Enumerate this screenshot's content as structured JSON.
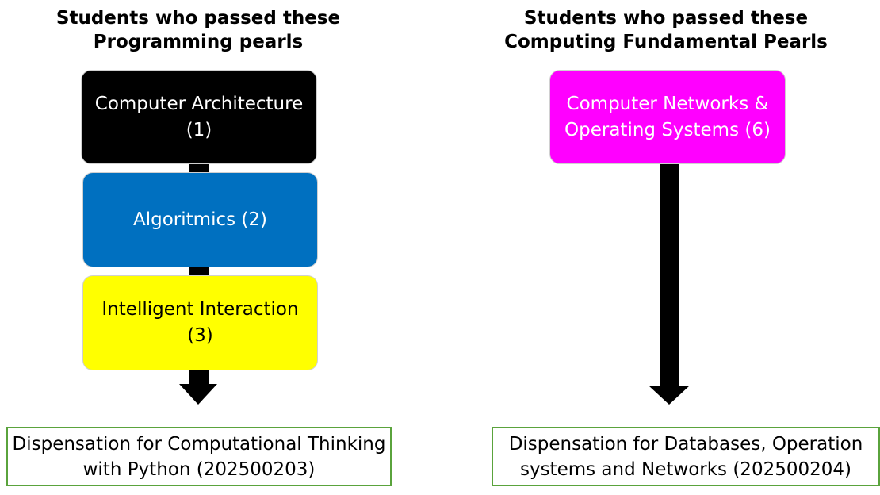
{
  "left_column": {
    "title_line1": "Students who passed these",
    "title_line2": "Programming pearls",
    "boxes": [
      {
        "line1": "Computer Architecture",
        "line2": "(1)",
        "color": "#000000",
        "text_color": "#ffffff"
      },
      {
        "line1": "Algoritmics (2)",
        "line2": "",
        "color": "#0070c0",
        "text_color": "#ffffff"
      },
      {
        "line1": "Intelligent Interaction",
        "line2": "(3)",
        "color": "#ffff00",
        "text_color": "#000000"
      }
    ],
    "result_line1": "Dispensation for Computational Thinking",
    "result_line2": "with Python (202500203)"
  },
  "right_column": {
    "title_line1": "Students who passed these",
    "title_line2": "Computing Fundamental Pearls",
    "boxes": [
      {
        "line1": "Computer Networks &",
        "line2": "Operating Systems (6)",
        "color": "#ff00ff",
        "text_color": "#ffffff"
      }
    ],
    "result_line1": "Dispensation for Databases, Operation",
    "result_line2": "systems and Networks (202500204)"
  },
  "colors": {
    "result_border": "#5aa33c",
    "arrow": "#000000"
  }
}
